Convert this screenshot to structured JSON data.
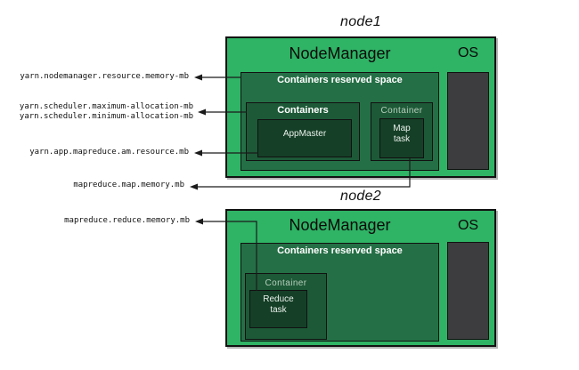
{
  "colors": {
    "node_fill": "#2fb365",
    "reserved_fill": "#256f46",
    "container_fill": "#1d5937",
    "task_fill": "#153f27",
    "os_fill": "#3d3d3f"
  },
  "nodes": [
    {
      "title": "node1",
      "nodemanager_label": "NodeManager",
      "os_label": "OS",
      "reserved_space_label": "Containers reserved space",
      "containers_label": "Containers",
      "appmaster_label": "AppMaster",
      "container_label": "Container",
      "task_line1": "Map",
      "task_line2": "task"
    },
    {
      "title": "node2",
      "nodemanager_label": "NodeManager",
      "os_label": "OS",
      "reserved_space_label": "Containers reserved space",
      "container_label": "Container",
      "task_line1": "Reduce",
      "task_line2": "task"
    }
  ],
  "config_labels": {
    "nodemanager_resource": "yarn.nodemanager.resource.memory-mb",
    "scheduler_max": "yarn.scheduler.maximum-allocation-mb",
    "scheduler_min": "yarn.scheduler.minimum-allocation-mb",
    "am_resource": "yarn.app.mapreduce.am.resource.mb",
    "map_memory": "mapreduce.map.memory.mb",
    "reduce_memory": "mapreduce.reduce.memory.mb"
  }
}
